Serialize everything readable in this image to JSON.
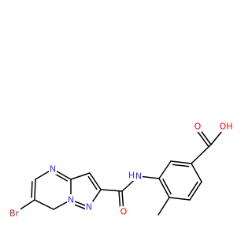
{
  "molecule": {
    "atoms": {
      "br": {
        "text": "Br",
        "color": "#a62929"
      },
      "n_pyrimidine": {
        "text": "N",
        "color": "#3333ff"
      },
      "n_bridge": {
        "text": "N",
        "color": "#3333ff"
      },
      "n_pyrazole": {
        "text": "N",
        "color": "#3333ff"
      },
      "o_amide": {
        "text": "O",
        "color": "#ff0000"
      },
      "n_amide": {
        "text": "N",
        "color": "#3333ff"
      },
      "h_amide": {
        "text": "H",
        "color": "#3333ff"
      },
      "oh_acid": {
        "text": "OH",
        "color": "#ff0000"
      },
      "o_acid": {
        "text": "O",
        "color": "#ff0000"
      }
    }
  }
}
